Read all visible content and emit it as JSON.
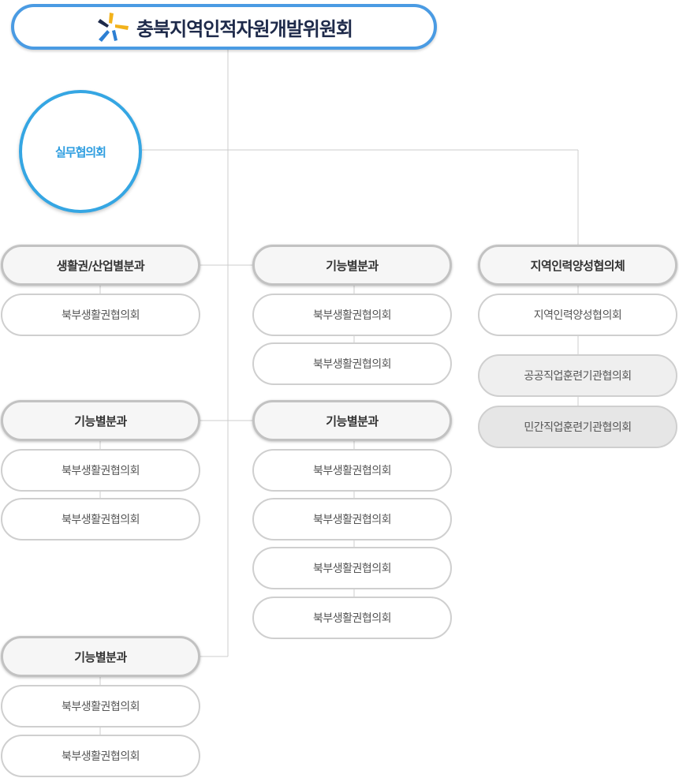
{
  "header": {
    "title": "충북지역인적자원개발위원회",
    "logo": "pinwheel-logo"
  },
  "working_committee": {
    "label": "실무협의회"
  },
  "column1": {
    "groups": [
      {
        "head": "생활권/산업별분과",
        "items": [
          "북부생활권협의회"
        ]
      },
      {
        "head": "기능별분과",
        "items": [
          "북부생활권협의회",
          "북부생활권협의회"
        ]
      },
      {
        "head": "기능별분과",
        "items": [
          "북부생활권협의회",
          "북부생활권협의회"
        ]
      }
    ]
  },
  "column2": {
    "groups": [
      {
        "head": "기능별분과",
        "items": [
          "북부생활권협의회",
          "북부생활권협의회"
        ]
      },
      {
        "head": "기능별분과",
        "items": [
          "북부생활권협의회",
          "북부생활권협의회",
          "북부생활권협의회",
          "북부생활권협의회"
        ]
      }
    ]
  },
  "column3": {
    "head": "지역인력양성협의체",
    "items": [
      "지역인력양성협의회",
      "공공직업훈련기관협의회",
      "민간직업훈련기관협의회"
    ]
  },
  "colors": {
    "header_border": "#4a9be3",
    "circle_border": "#35a6e3",
    "connector": "#cccccc",
    "logo_yellow": "#f2b21b",
    "logo_blue": "#2d7fd3",
    "logo_navy": "#1e2a4a"
  }
}
